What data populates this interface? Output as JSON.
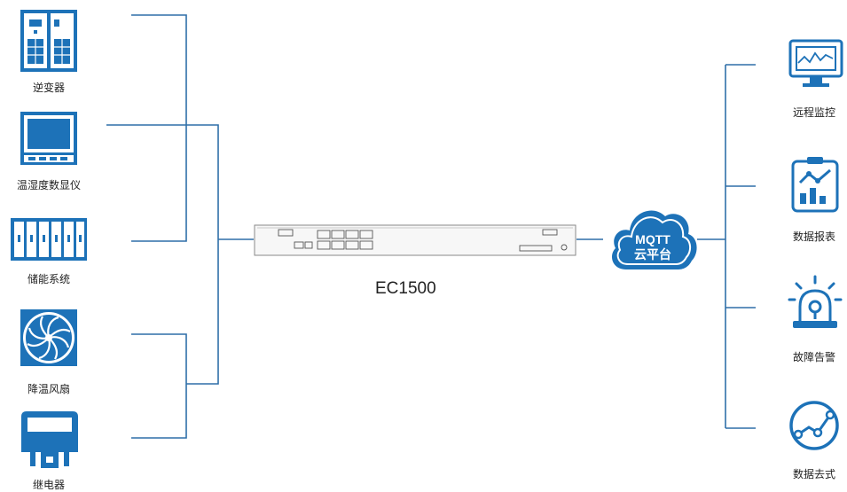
{
  "left_devices": [
    {
      "label": "逆变器",
      "icon": "inverter-icon"
    },
    {
      "label": "温湿度数显仪",
      "icon": "thermo-hygrometer-icon"
    },
    {
      "label": "储能系统",
      "icon": "energy-storage-icon"
    },
    {
      "label": "降温风扇",
      "icon": "cooling-fan-icon"
    },
    {
      "label": "继电器",
      "icon": "relay-icon"
    }
  ],
  "gateway": {
    "label": "EC1500"
  },
  "cloud": {
    "line1": "MQTT",
    "line2": "云平台"
  },
  "right_services": [
    {
      "label": "远程监控",
      "icon": "remote-monitor-icon"
    },
    {
      "label": "数据报表",
      "icon": "data-report-icon"
    },
    {
      "label": "故障告警",
      "icon": "fault-alarm-icon"
    },
    {
      "label": "数据去式",
      "icon": "data-trend-icon"
    }
  ],
  "colors": {
    "accent": "#1d72b8",
    "line": "#2f6fa8"
  }
}
